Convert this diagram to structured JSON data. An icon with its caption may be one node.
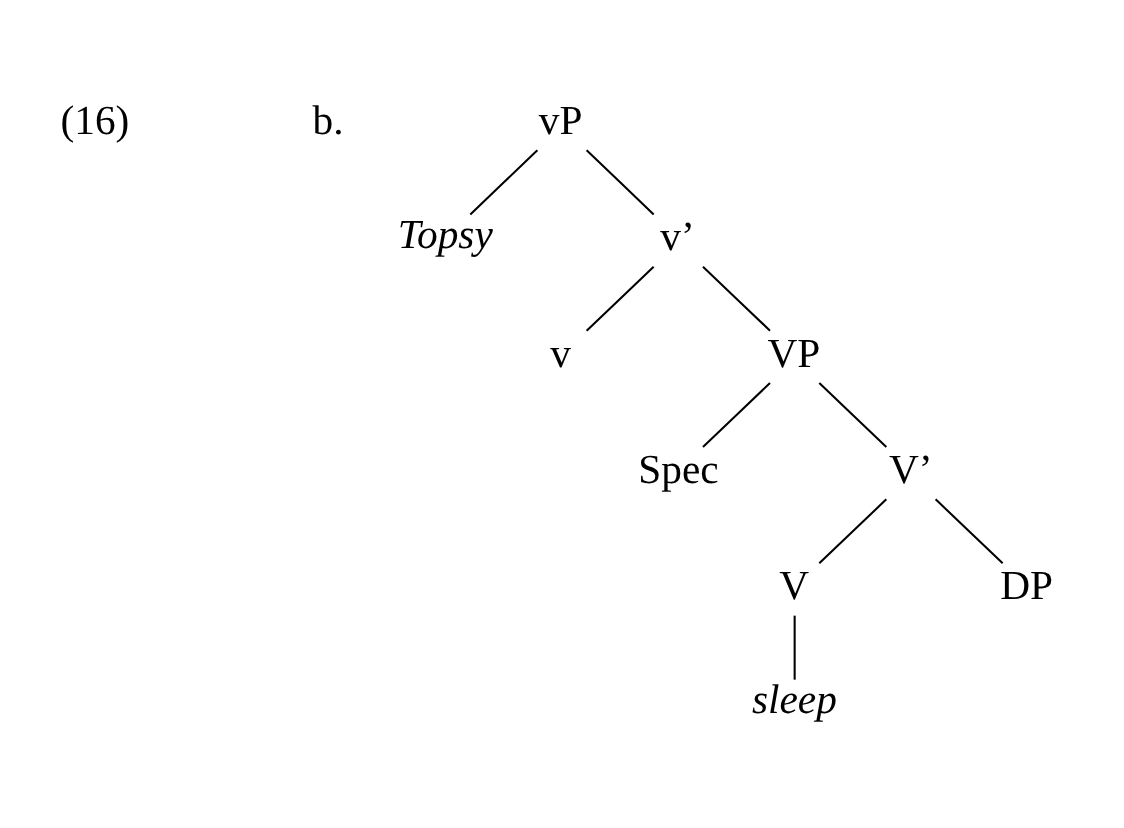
{
  "diagram": {
    "nodes": [
      {
        "text": [
          "vP"
        ]
      },
      {
        "text": [
          "Topsy"
        ]
      },
      {
        "text": [
          "v’"
        ]
      },
      {
        "text": [
          "v"
        ]
      },
      {
        "text": [
          "VP"
        ]
      },
      {
        "text": [
          "Spec"
        ]
      },
      {
        "text": [
          "V’"
        ]
      },
      {
        "text": [
          "V"
        ]
      },
      {
        "text": [
          "DP"
        ]
      },
      {
        "text": [
          "sleep"
        ]
      }
    ],
    "edges": [
      {
        "from": 0,
        "to": 1,
        "arrow": "none"
      },
      {
        "from": 0,
        "to": 2,
        "arrow": "none"
      },
      {
        "from": 2,
        "to": 3,
        "arrow": "none"
      },
      {
        "from": 2,
        "to": 4,
        "arrow": "none"
      },
      {
        "from": 4,
        "to": 5,
        "arrow": "none"
      },
      {
        "from": 4,
        "to": 6,
        "arrow": "none"
      },
      {
        "from": 6,
        "to": 7,
        "arrow": "none"
      },
      {
        "from": 6,
        "to": 8,
        "arrow": "none"
      },
      {
        "from": 7,
        "to": 9,
        "arrow": "none"
      }
    ],
    "labels": [
      "(16)",
      "b."
    ]
  }
}
